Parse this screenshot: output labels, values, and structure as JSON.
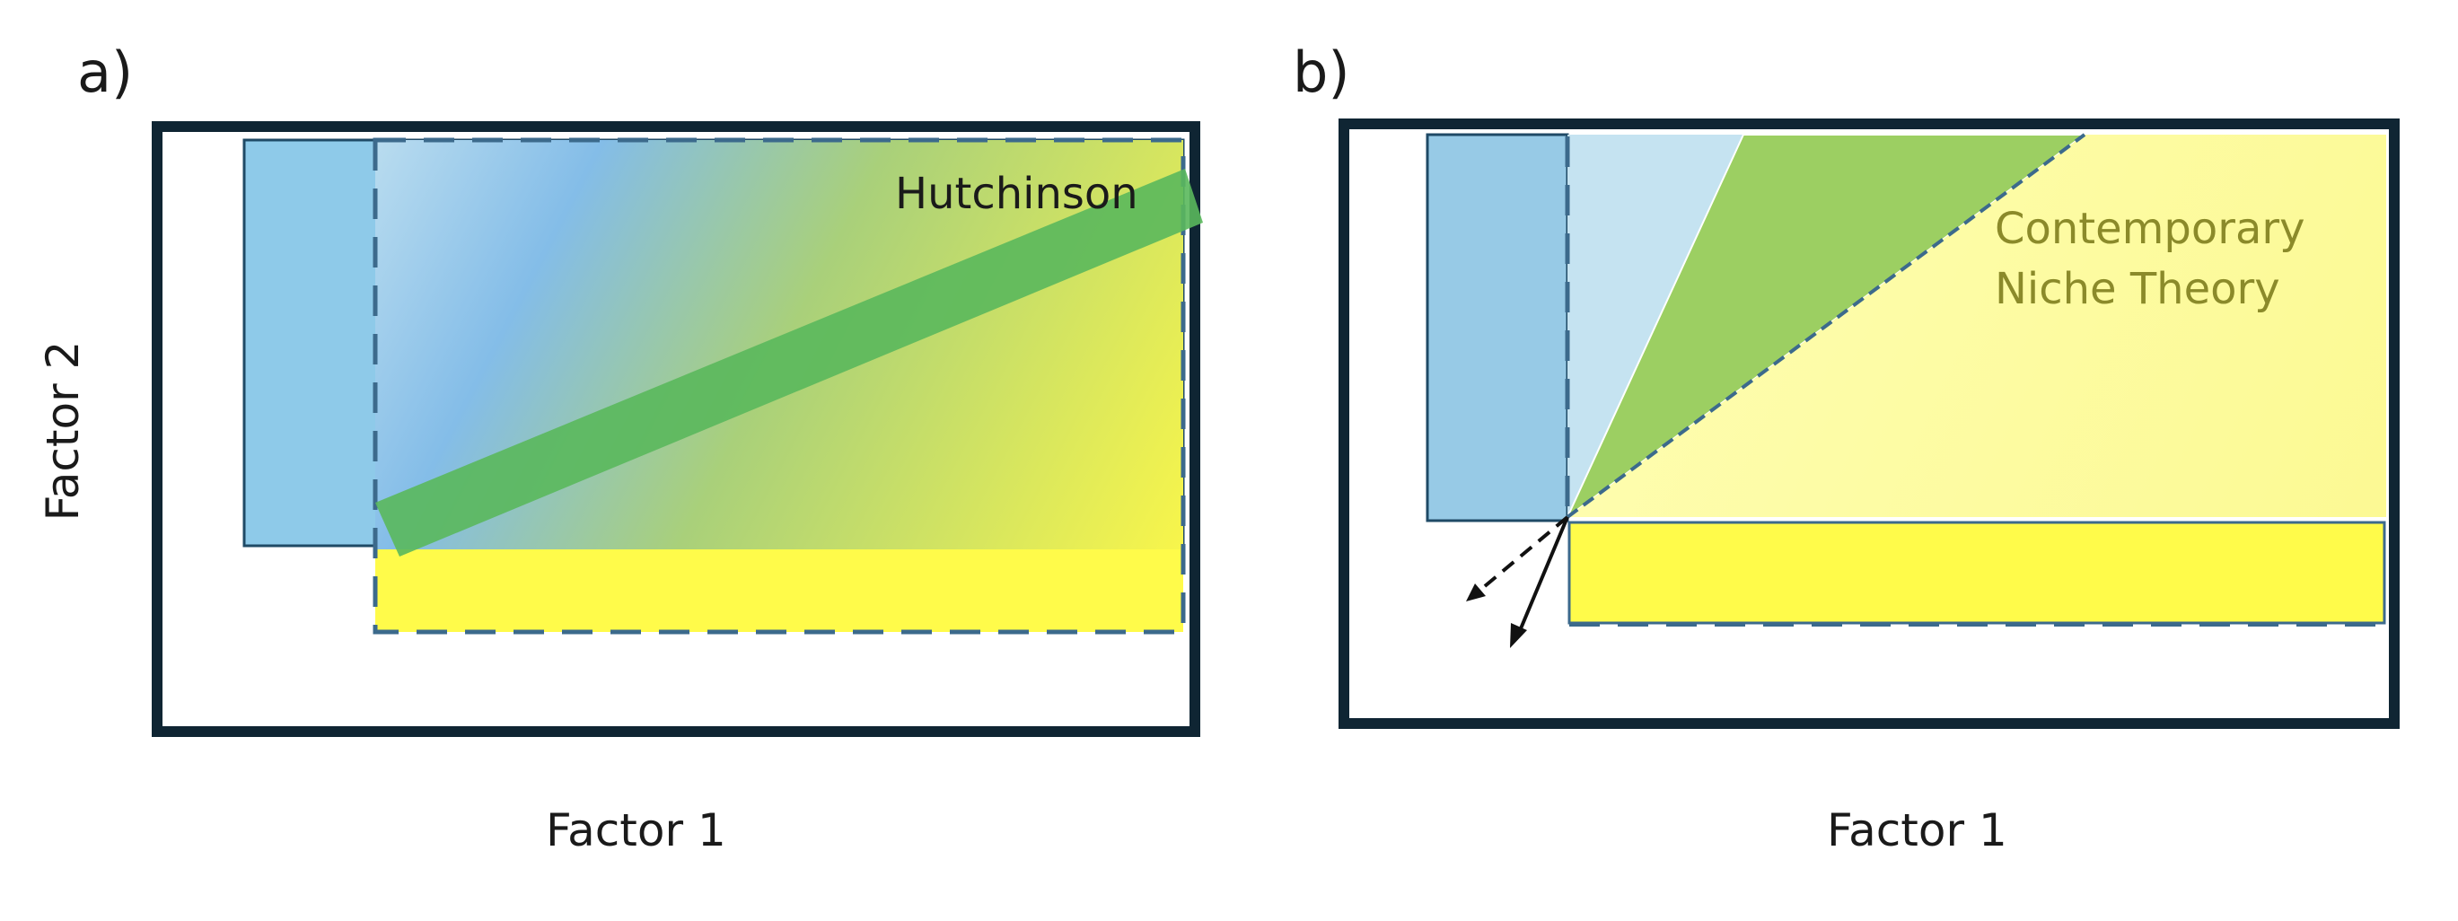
{
  "panels": {
    "a": {
      "letter": "a)",
      "x_axis_label": "Factor 1",
      "y_axis_label": "Factor 2",
      "annotation": "Hutchinson"
    },
    "b": {
      "letter": "b)",
      "x_axis_label": "Factor 1",
      "annotation_line1": "Contemporary",
      "annotation_line2": "Niche Theory"
    }
  },
  "colors": {
    "frame": "#0f2533",
    "species_blue": "#8ecae9",
    "species_blue_light": "#c5e3f1",
    "species_yellow": "#fffb4a",
    "overlap_green": "#5ab85c",
    "wedge_green": "#9ccf62",
    "pale_yellow": "#fdfca5",
    "edge_blue": "#3c6a8c",
    "annotation_olive": "#8b8a2a"
  }
}
